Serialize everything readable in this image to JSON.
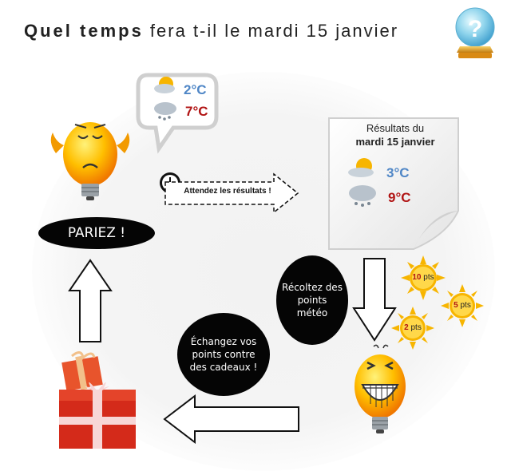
{
  "title": {
    "bold": "Quel temps",
    "rest": " fera t-il le mardi 15 janvier"
  },
  "forecast_bubble": {
    "temp_min": "2°C",
    "temp_max": "7°C"
  },
  "wait_arrow": {
    "label": "Attendez les résultats !"
  },
  "results": {
    "line1": "Résultats du",
    "line2": "mardi 15 janvier",
    "temp_min": "3°C",
    "temp_max": "9°C"
  },
  "bet_button": {
    "label": "PARIEZ !"
  },
  "collect_bubble": {
    "label": "Récoltez des points météo"
  },
  "exchange_bubble": {
    "label": "Échangez vos points contre des cadeaux !"
  },
  "suns": [
    {
      "value": "10",
      "unit": "pts"
    },
    {
      "value": "5",
      "unit": "pts"
    },
    {
      "value": "2",
      "unit": "pts"
    }
  ],
  "colors": {
    "min_temp": "#4f86c6",
    "max_temp": "#b11414",
    "sun": "#f7b500",
    "gift": "#d42a1a"
  }
}
